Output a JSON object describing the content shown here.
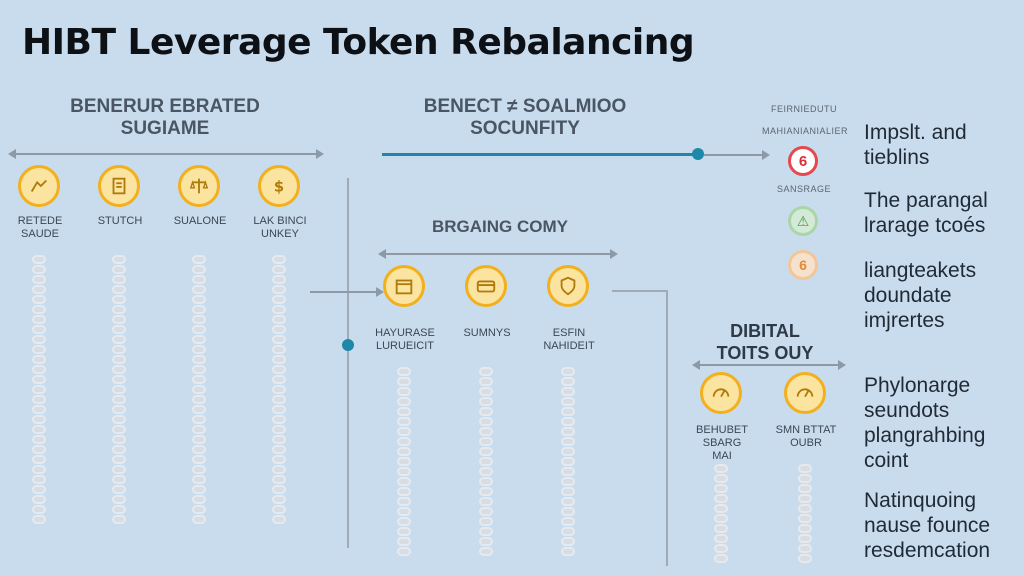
{
  "title": "HIBT Leverage Token Rebalancing",
  "sections": {
    "left": {
      "heading": [
        "BENERUR EBRATED",
        "SUGIAME"
      ],
      "items": [
        {
          "label": [
            "RETEDE",
            "SAUDE"
          ],
          "icon": "arrow-icon"
        },
        {
          "label": [
            "STUTCH",
            ""
          ],
          "icon": "document-icon"
        },
        {
          "label": [
            "SUALONE",
            ""
          ],
          "icon": "scale-icon"
        },
        {
          "label": [
            "LAK BINCI",
            "UNKEY"
          ],
          "icon": "dollar-icon"
        }
      ]
    },
    "top_center": {
      "heading": [
        "BENECT ≠ SOALMIOO",
        "SOCUNFITY"
      ]
    },
    "middle": {
      "heading": "BRGAING COMY",
      "items": [
        {
          "label": [
            "HAYURASE",
            "LURUEICIT"
          ],
          "icon": "calendar-icon"
        },
        {
          "label": [
            "SUMNYS",
            ""
          ],
          "icon": "card-icon"
        },
        {
          "label": [
            "ESFIN",
            "NAHIDEIT"
          ],
          "icon": "shield-icon"
        }
      ]
    },
    "digital": {
      "heading": [
        "DIBITAL",
        "TOITS OUY"
      ],
      "items": [
        {
          "label": [
            "BEHUBET",
            "SBARG",
            "MAI"
          ],
          "icon": "gauge-icon"
        },
        {
          "label": [
            "SMN BTTAT",
            "OUBR",
            ""
          ],
          "icon": "gauge-icon"
        }
      ]
    },
    "right_small": {
      "labels": [
        "FEIRNIEDUTU",
        "MAHIANIANIALIER",
        "SANSRAGE"
      ],
      "icons": [
        {
          "name": "six-badge-icon",
          "text": "6"
        },
        {
          "name": "warning-badge-icon",
          "text": "⚠"
        },
        {
          "name": "six-light-badge-icon",
          "text": "6"
        }
      ]
    },
    "right_text": [
      [
        "Impslt. and",
        "tieblins"
      ],
      [
        "The parangal",
        "lrarage tcoés"
      ],
      [
        "liangteakets",
        "doundate",
        "imjrertes"
      ],
      [
        "Phylonarge",
        "seundots",
        "plangrahbing",
        "coint"
      ],
      [
        "Natinquoing",
        "nause founce",
        "resdemcation"
      ]
    ]
  },
  "colors": {
    "background": "#c9dcee",
    "accent": "#1d88a8",
    "icon_fill": "#fbe3a0",
    "icon_border": "#f2b01e"
  }
}
